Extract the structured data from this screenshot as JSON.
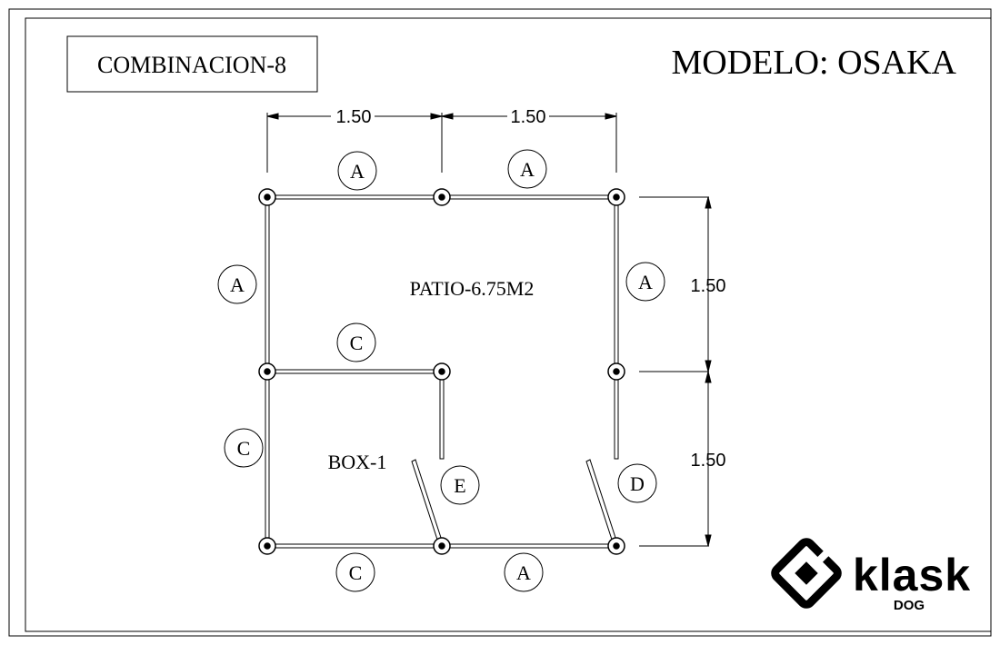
{
  "title_box": "COMBINACION-8",
  "model": "MODELO:  OSAKA",
  "dimensions": {
    "top_left": "1.50",
    "top_right": "1.50",
    "right_upper": "1.50",
    "right_lower": "1.50"
  },
  "rooms": {
    "patio": "PATIO-6.75M2",
    "box": "BOX-1"
  },
  "panels": {
    "top_left": "A",
    "top_right": "A",
    "left_upper": "A",
    "right_upper": "A",
    "middle": "C",
    "left_lower": "C",
    "bottom_left": "C",
    "bottom_right": "A",
    "door_box": "E",
    "door_patio": "D"
  },
  "logo": {
    "brand": "klask",
    "sub": "DOG"
  }
}
